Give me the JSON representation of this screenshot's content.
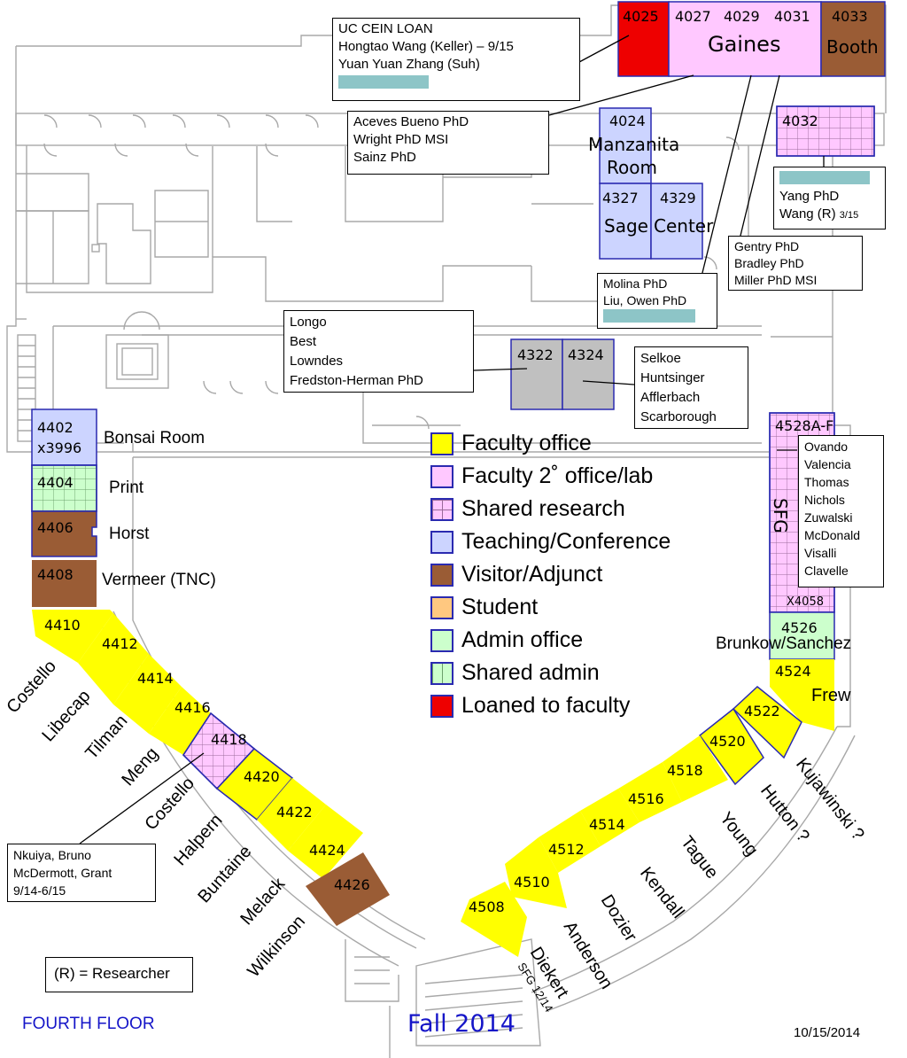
{
  "colors": {
    "faculty": "#ffff00",
    "faculty2": "#ffc8ff",
    "shared_research": "#ffc8ff",
    "teaching": "#ccd4ff",
    "visitor": "#9a5c35",
    "student": "#ffc880",
    "admin": "#ccffcc",
    "shared_admin": "#ccffcc",
    "loaned": "#ee0000",
    "wall": "#a8a8a8",
    "outline": "#2a2ab0"
  },
  "rooms": {
    "r4025": "4025",
    "r4027": "4027",
    "r4029": "4029",
    "r4031": "4031",
    "r4033": "4033",
    "gaines": "Gaines",
    "booth": "Booth",
    "r4024": "4024",
    "manz1": "Manzanita",
    "manz2": "Room",
    "r4327": "4327",
    "r4329": "4329",
    "sage": "Sage",
    "center": "Center",
    "r4032": "4032",
    "r4322": "4322",
    "r4324": "4324",
    "r4402": "4402",
    "x3996": "x3996",
    "r4404": "4404",
    "r4406": "4406",
    "r4408": "4408",
    "r4410": "4410",
    "r4412": "4412",
    "r4414": "4414",
    "r4416": "4416",
    "r4418": "4418",
    "r4420": "4420",
    "r4422": "4422",
    "r4424": "4424",
    "r4426": "4426",
    "r4528": "4528A-F",
    "sfg": "SFG",
    "x4058": "X4058",
    "r4526": "4526",
    "r4524": "4524",
    "r4522": "4522",
    "r4520": "4520",
    "r4518": "4518",
    "r4516": "4516",
    "r4514": "4514",
    "r4512": "4512",
    "r4510": "4510",
    "r4508": "4508"
  },
  "boxes": {
    "loan": [
      "UC CEIN LOAN",
      "Hongtao Wang (Keller) – 9/15",
      "Yuan Yuan Zhang (Suh)"
    ],
    "aceves": [
      "Aceves Bueno PhD",
      "Wright PhD MSI",
      "Sainz PhD"
    ],
    "yang": [
      "Yang PhD"
    ],
    "yang_wang": "Wang (R)",
    "yang_date": "3/15",
    "gentry": [
      "Gentry PhD",
      "Bradley PhD",
      "Miller PhD MSI"
    ],
    "molina": [
      "Molina PhD",
      "Liu, Owen  PhD"
    ],
    "longo": [
      "Longo",
      "Best",
      "Lowndes",
      "Fredston-Herman PhD"
    ],
    "selkoe": [
      "Selkoe",
      "Huntsinger",
      "Afflerbach",
      "Scarborough"
    ],
    "ovando": [
      "Ovando",
      "Valencia",
      "Thomas",
      "Nichols",
      "Zuwalski",
      "McDonald",
      "Visalli",
      "Clavelle"
    ],
    "nkuiya": [
      "Nkuiya, Bruno",
      "McDermott, Grant",
      "9/14-6/15"
    ],
    "researcher": "(R) = Researcher"
  },
  "labels": {
    "bonsai": "Bonsai Room",
    "print": "Print",
    "horst": "Horst",
    "vermeer": "Vermeer (TNC)",
    "brunkow": "Brunkow/Sanchez",
    "frew": "Frew",
    "costello": "Costello",
    "libecap": "Libecap",
    "tilman": "Tilman",
    "meng": "Meng",
    "costello2": "Costello",
    "halpern": "Halpern",
    "buntaine": "Buntaine",
    "melack": "Melack",
    "wilkinson": "Wilkinson",
    "kujawinski": "Kujawinski ?",
    "hutton": "Hutton ?",
    "young": "Young",
    "tague": "Tague",
    "kendall": "Kendall",
    "dozier": "Dozier",
    "anderson": "Anderson",
    "diekert": "Diekert",
    "sfg1214": "SFG 12/14"
  },
  "legend": [
    {
      "label": "Faculty office",
      "color": "#ffff00",
      "pattern": "none"
    },
    {
      "label": "Faculty 2˚ office/lab",
      "color": "#ffc8ff",
      "pattern": "none"
    },
    {
      "label": "Shared research",
      "color": "#ffc8ff",
      "pattern": "grid"
    },
    {
      "label": "Teaching/Conference",
      "color": "#ccd4ff",
      "pattern": "none"
    },
    {
      "label": "Visitor/Adjunct",
      "color": "#9a5c35",
      "pattern": "none"
    },
    {
      "label": "Student",
      "color": "#ffc880",
      "pattern": "none"
    },
    {
      "label": "Admin office",
      "color": "#ccffcc",
      "pattern": "none"
    },
    {
      "label": "Shared admin",
      "color": "#ccffcc",
      "pattern": "grid"
    },
    {
      "label": "Loaned to faculty",
      "color": "#ee0000",
      "pattern": "none"
    }
  ],
  "footer": {
    "floor": "FOURTH FLOOR",
    "term": "Fall 2014",
    "date": "10/15/2014"
  }
}
